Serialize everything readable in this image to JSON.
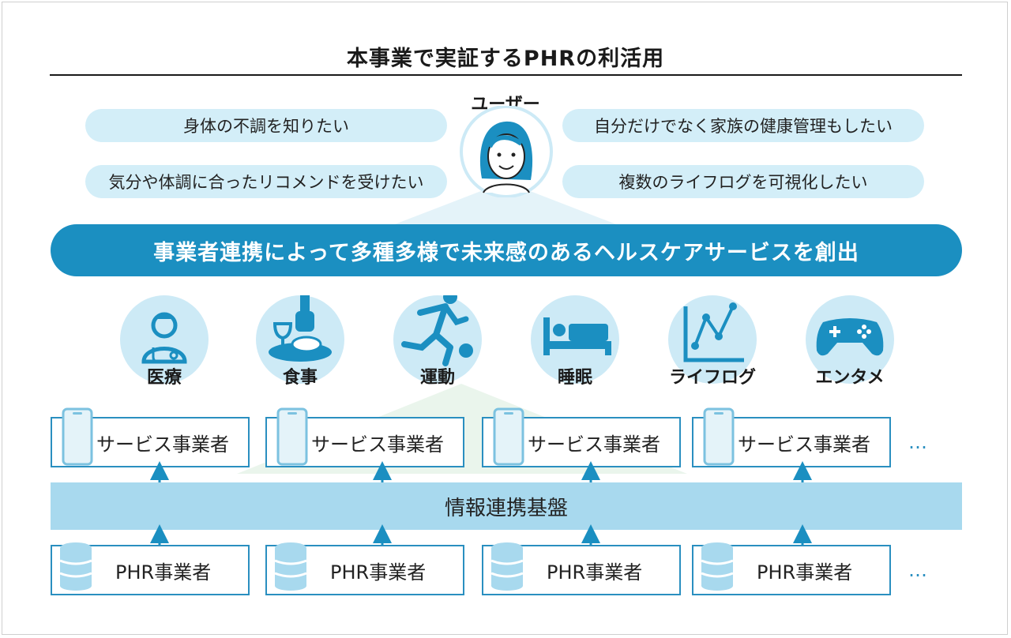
{
  "title": "本事業で実証するPHRの利活用",
  "user": {
    "label": "ユーザー"
  },
  "needs": [
    "身体の不調を知りたい",
    "気分や体調に合ったリコメンドを受けたい",
    "自分だけでなく家族の健康管理もしたい",
    "複数のライフログを可視化したい"
  ],
  "banner": "事業者連携によって多種多様で未来感のあるヘルスケアサービスを創出",
  "categories": [
    {
      "label": "医療",
      "icon": "doctor-icon"
    },
    {
      "label": "食事",
      "icon": "meal-icon"
    },
    {
      "label": "運動",
      "icon": "runner-icon"
    },
    {
      "label": "睡眠",
      "icon": "bed-icon"
    },
    {
      "label": "ライフログ",
      "icon": "line-graph-icon"
    },
    {
      "label": "エンタメ",
      "icon": "gamepad-icon"
    }
  ],
  "service_providers": [
    "サービス事業者",
    "サービス事業者",
    "サービス事業者",
    "サービス事業者"
  ],
  "platform": "情報連携基盤",
  "phr_providers": [
    "PHR事業者",
    "PHR事業者",
    "PHR事業者",
    "PHR事業者"
  ],
  "ellipsis": "…",
  "colors": {
    "accent": "#1b8fc1",
    "light": "#d3eef8",
    "platform": "#a8d9ee",
    "border": "#2a8fc0"
  }
}
